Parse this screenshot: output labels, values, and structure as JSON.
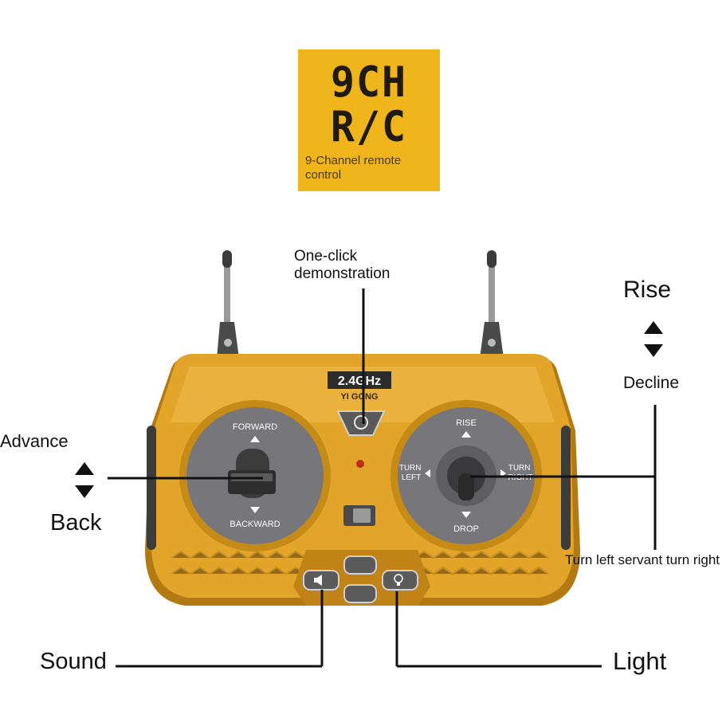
{
  "badge": {
    "line1": "9CH",
    "line2": "R/C",
    "subtitle": "9-Channel remote control"
  },
  "callouts": {
    "demo": "One-click demonstration",
    "rise": "Rise",
    "decline": "Decline",
    "advance": "Advance",
    "back": "Back",
    "turn": "Turn left servant turn right",
    "sound": "Sound",
    "light": "Light"
  },
  "remote": {
    "frequency": "2.4GHz",
    "brand": "YI GONG",
    "left_stick": {
      "top": "FORWARD",
      "bottom": "BACKWARD"
    },
    "right_stick": {
      "top": "RISE",
      "bottom": "DROP",
      "left": "TURN LEFT",
      "right": "TURN RIGHT"
    }
  },
  "icons": [
    "arrow-up-icon",
    "arrow-down-icon",
    "demo-power-icon",
    "sound-icon",
    "light-bulb-icon",
    "antenna-icon",
    "power-led-icon"
  ],
  "colors": {
    "badge": "#f1b51c",
    "body": "#e0a528",
    "stick_pad": "#77767a",
    "callout_line": "#111111"
  }
}
